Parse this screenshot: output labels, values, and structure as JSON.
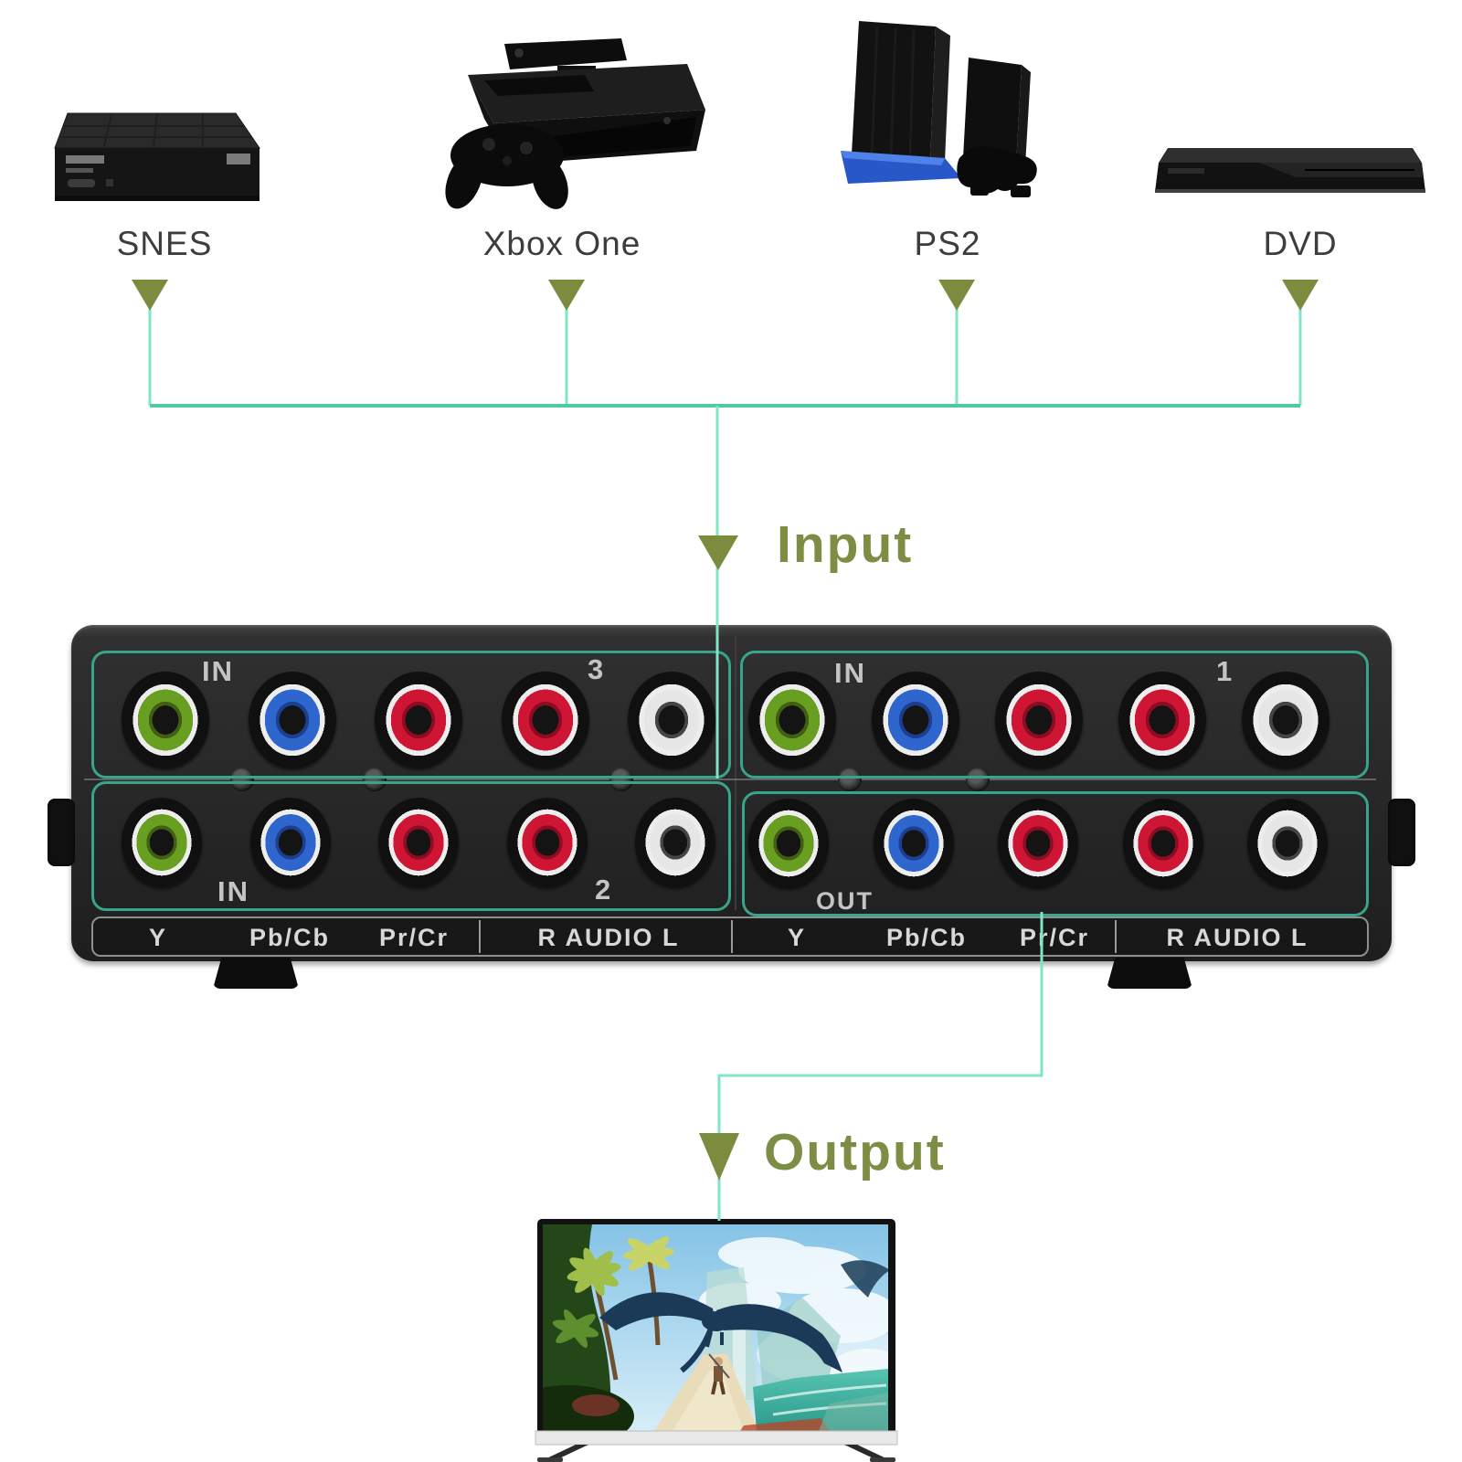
{
  "devices": [
    {
      "label": "SNES"
    },
    {
      "label": "Xbox One"
    },
    {
      "label": "PS2"
    },
    {
      "label": "DVD"
    }
  ],
  "flow": {
    "input_label": "Input",
    "output_label": "Output"
  },
  "switcher": {
    "groups": [
      {
        "corner": "IN",
        "tag": "3",
        "ports": [
          "green",
          "blue",
          "red",
          "red",
          "white"
        ]
      },
      {
        "corner": "IN",
        "tag": "1",
        "ports": [
          "green",
          "blue",
          "red",
          "red",
          "white"
        ]
      },
      {
        "corner": "IN",
        "tag": "2",
        "ports": [
          "green",
          "blue",
          "red",
          "red",
          "white"
        ]
      },
      {
        "corner": "OUT",
        "tag": "",
        "ports": [
          "green",
          "blue",
          "red",
          "red",
          "white"
        ]
      }
    ],
    "strip": [
      "Y",
      "Pb/Cb",
      "Pr/Cr",
      "R AUDIO L"
    ],
    "port_colors": {
      "green": {
        "main": "#699f21",
        "inner": "#415f12"
      },
      "blue": {
        "main": "#2f66cd",
        "inner": "#1c3f8f"
      },
      "red": {
        "main": "#cf1534",
        "inner": "#8e0c22"
      },
      "white": {
        "main": "#e6e6e6",
        "inner": "#454545"
      }
    }
  },
  "colors": {
    "line": "#7fe5c8",
    "bus": "#4fc9a2",
    "frame": "#38a489",
    "arrow": "#7c8c3e",
    "accent_text": "#7d8d44"
  }
}
